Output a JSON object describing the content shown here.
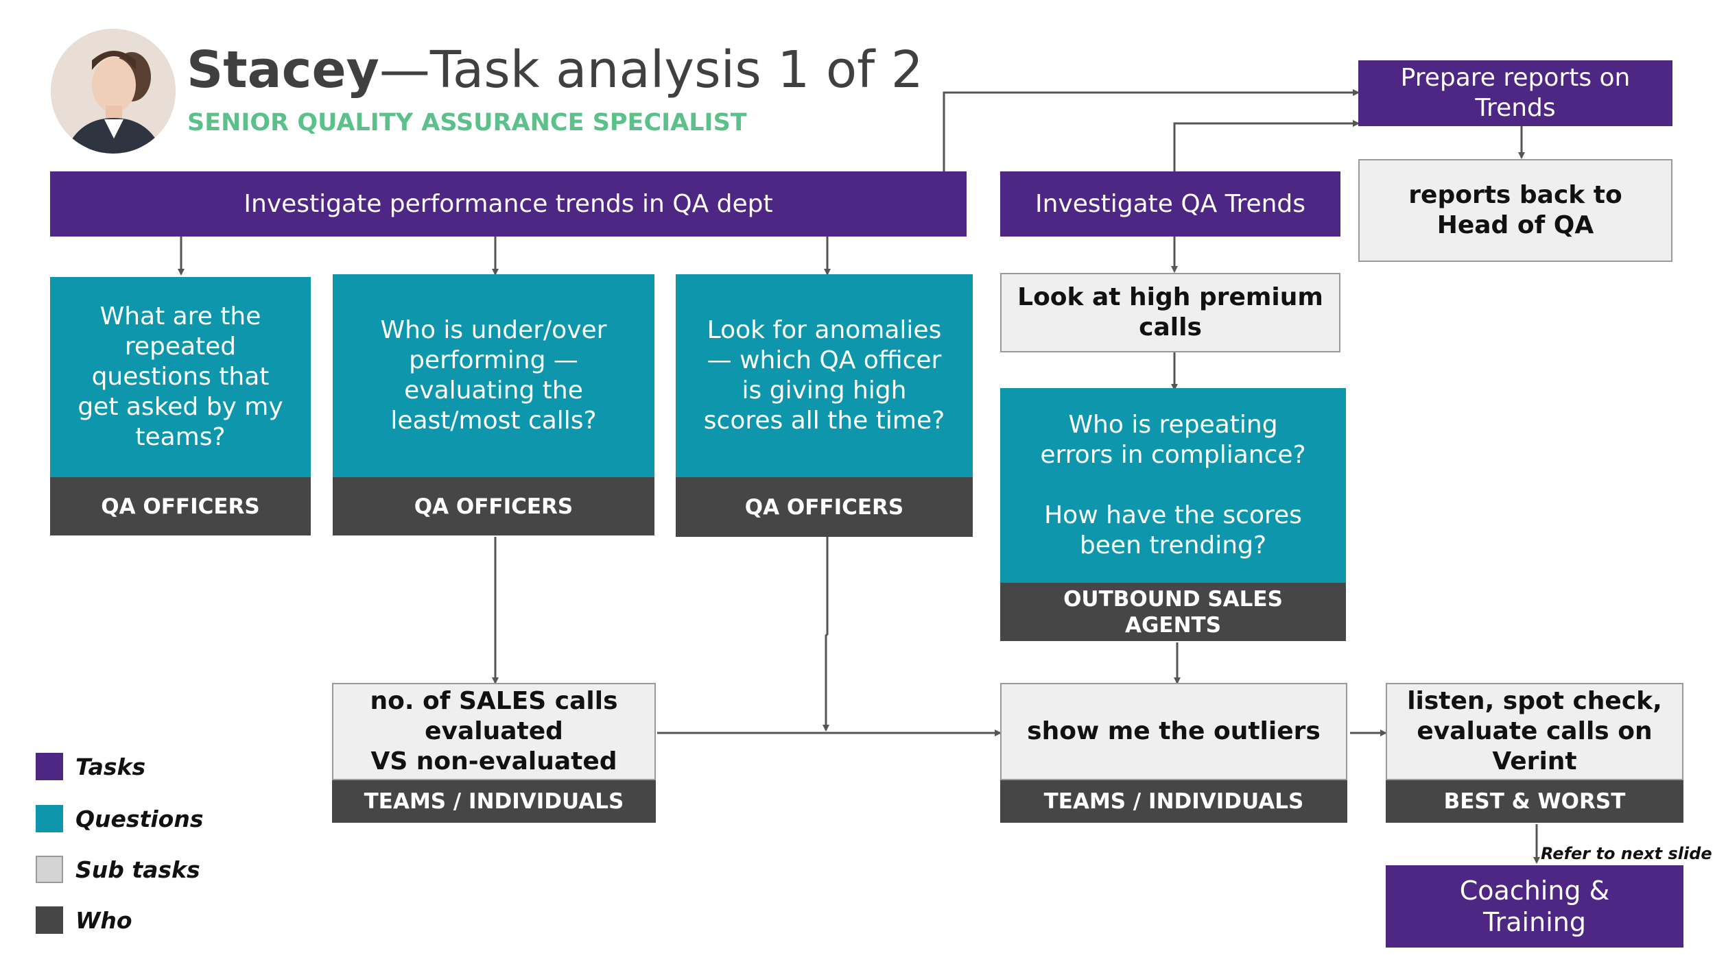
{
  "header": {
    "name": "Stacey",
    "title_rest": "—Task analysis 1 of 2",
    "role": "SENIOR QUALITY ASSURANCE SPECIALIST"
  },
  "tasks": {
    "investigate_performance": "Investigate performance trends in QA dept",
    "investigate_qa_trends": "Investigate QA Trends",
    "prepare_reports": "Prepare reports on\nTrends",
    "coaching": "Coaching &\nTraining"
  },
  "questions": {
    "repeated_questions": "What are the\nrepeated\nquestions that\nget asked by my\nteams?",
    "under_over": "Who is under/over\nperforming —\nevaluating the\nleast/most calls?",
    "anomalies": "Look for anomalies\n— which QA officer\nis giving high\nscores all the time?",
    "repeating_errors": "Who is repeating\nerrors in compliance?\n\nHow have the scores\nbeen trending?"
  },
  "subtasks": {
    "reports_back": "reports back to\nHead of QA",
    "high_premium": "Look at high premium\ncalls",
    "sales_calls": "no. of SALES calls\nevaluated\nVS non-evaluated",
    "outliers": "show me the outliers",
    "listen": "listen, spot check,\nevaluate calls on\nVerint"
  },
  "who": {
    "qa_officers_1": "QA OFFICERS",
    "qa_officers_2": "QA OFFICERS",
    "qa_officers_3": "QA OFFICERS",
    "outbound": "OUTBOUND SALES\nAGENTS",
    "teams_1": "TEAMS / INDIVIDUALS",
    "teams_2": "TEAMS / INDIVIDUALS",
    "best_worst": "BEST & WORST"
  },
  "note": "Refer to next slide",
  "legend": [
    {
      "label": "Tasks",
      "color": "#4e2683"
    },
    {
      "label": "Questions",
      "color": "#0e97ac"
    },
    {
      "label": "Sub tasks",
      "color": "#d4d4d4"
    },
    {
      "label": "Who",
      "color": "#464646"
    }
  ],
  "colors": {
    "task": "#4e2683",
    "question": "#0e97ac",
    "subtask": "#efefef",
    "who": "#464646",
    "role": "#5cc08a",
    "connector": "#555555"
  }
}
